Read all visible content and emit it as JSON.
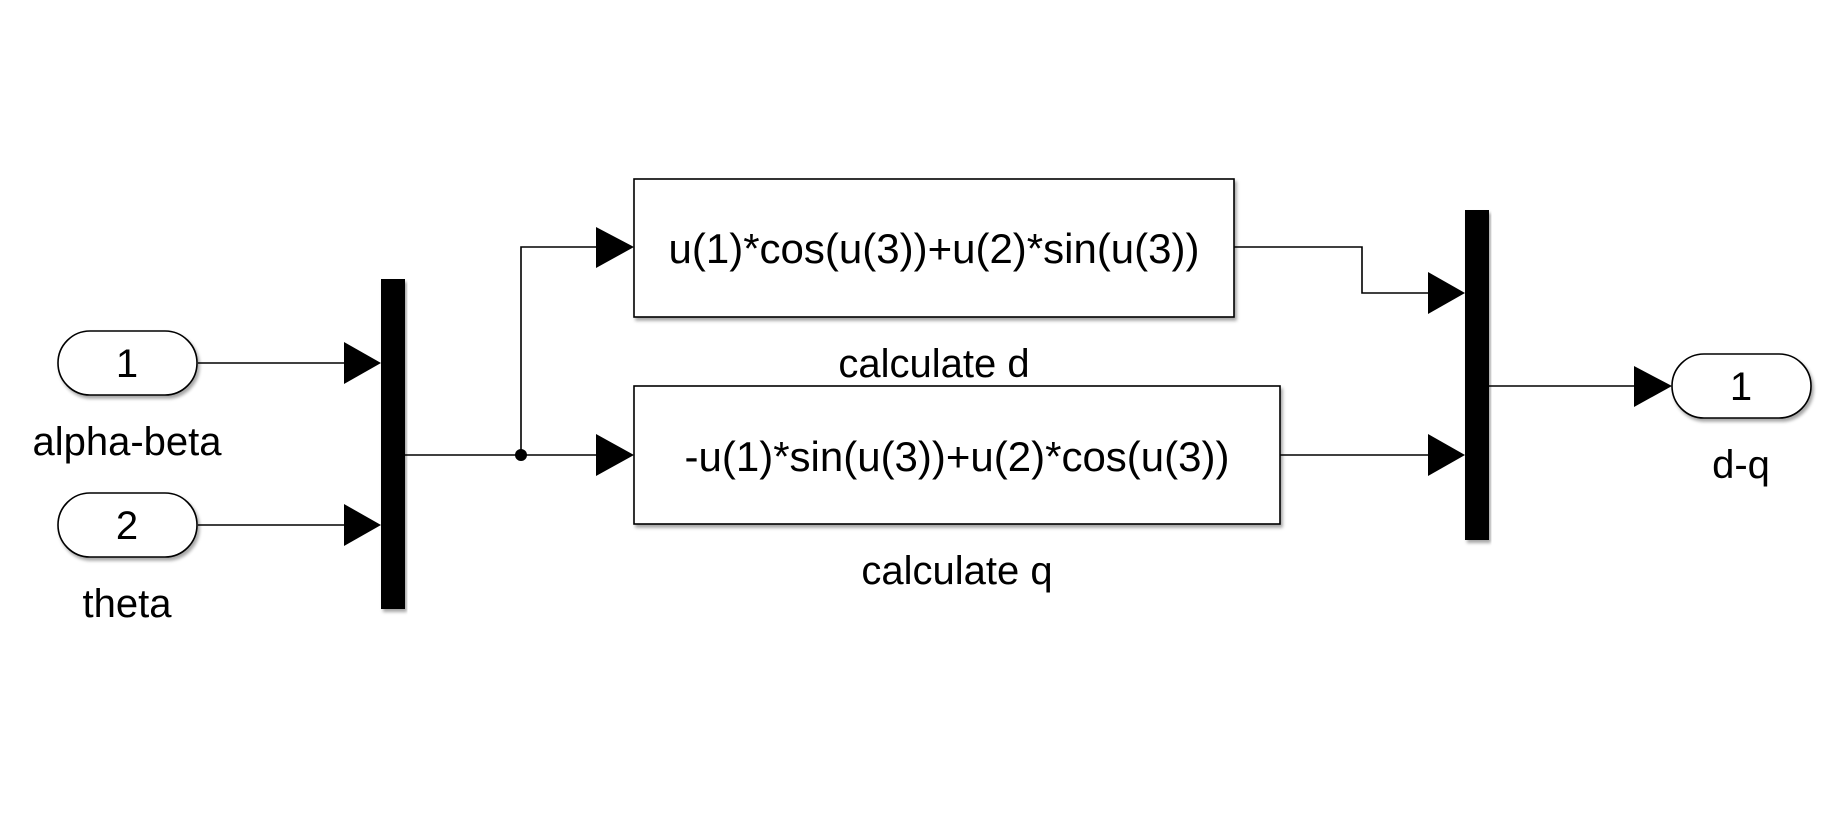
{
  "diagram": {
    "inports": [
      {
        "number": "1",
        "label": "alpha-beta"
      },
      {
        "number": "2",
        "label": "theta"
      }
    ],
    "fcn_blocks": [
      {
        "expression": "u(1)*cos(u(3))+u(2)*sin(u(3))",
        "label": "calculate d"
      },
      {
        "expression": "-u(1)*sin(u(3))+u(2)*cos(u(3))",
        "label": "calculate q"
      }
    ],
    "outport": {
      "number": "1",
      "label": "d-q"
    },
    "colors": {
      "background": "#ffffff",
      "line": "#000000",
      "block_fill": "#ffffff",
      "bar_fill": "#000000"
    }
  }
}
